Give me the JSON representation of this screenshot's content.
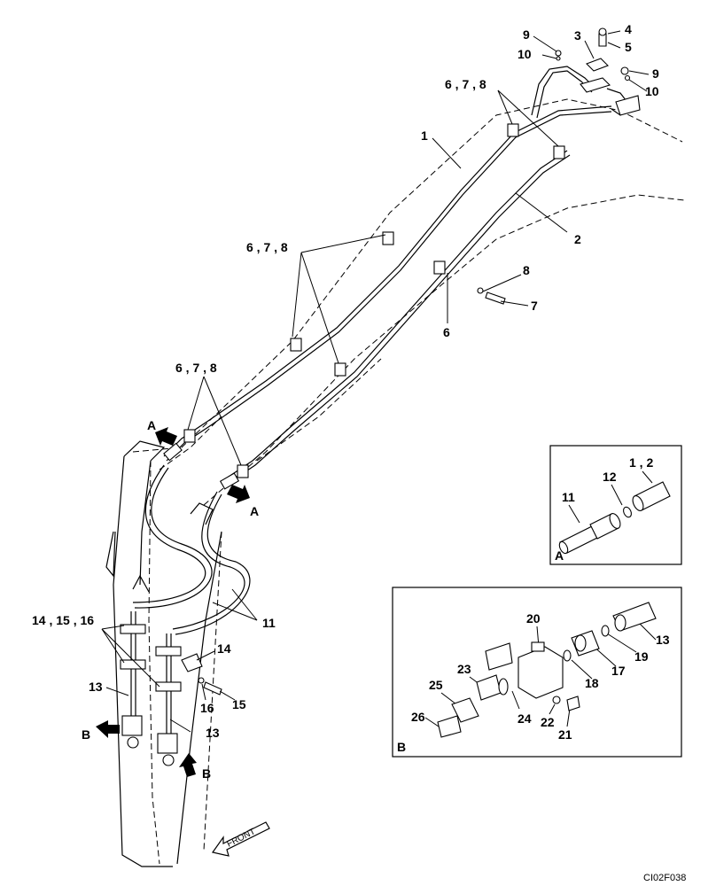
{
  "diagram_code": "CI02F038",
  "front_label": "FRONT",
  "view_labels": {
    "a": "A",
    "b": "B"
  },
  "callouts": {
    "c1": "1",
    "c2": "2",
    "c3": "3",
    "c4": "4",
    "c5": "5",
    "c6": "6",
    "c7": "7",
    "c8": "8",
    "c9a": "9",
    "c9b": "9",
    "c10a": "10",
    "c10b": "10",
    "c678a": "6 , 7 , 8",
    "c678b": "6 , 7 , 8",
    "c678c": "6 , 7 , 8",
    "c11": "11",
    "c13a": "13",
    "c13b": "13",
    "c14": "14",
    "c141516": "14 , 15 , 16",
    "c15": "15",
    "c16": "16",
    "arrowA1": "A",
    "arrowA2": "A",
    "arrowB1": "B",
    "arrowB2": "B"
  },
  "detail_a": {
    "title": "A",
    "c11": "11",
    "c12": "12",
    "c12b": "1 , 2"
  },
  "detail_b": {
    "title": "B",
    "c13": "13",
    "c17": "17",
    "c18": "18",
    "c19": "19",
    "c20": "20",
    "c21": "21",
    "c22": "22",
    "c23": "23",
    "c24": "24",
    "c25": "25",
    "c26": "26"
  }
}
